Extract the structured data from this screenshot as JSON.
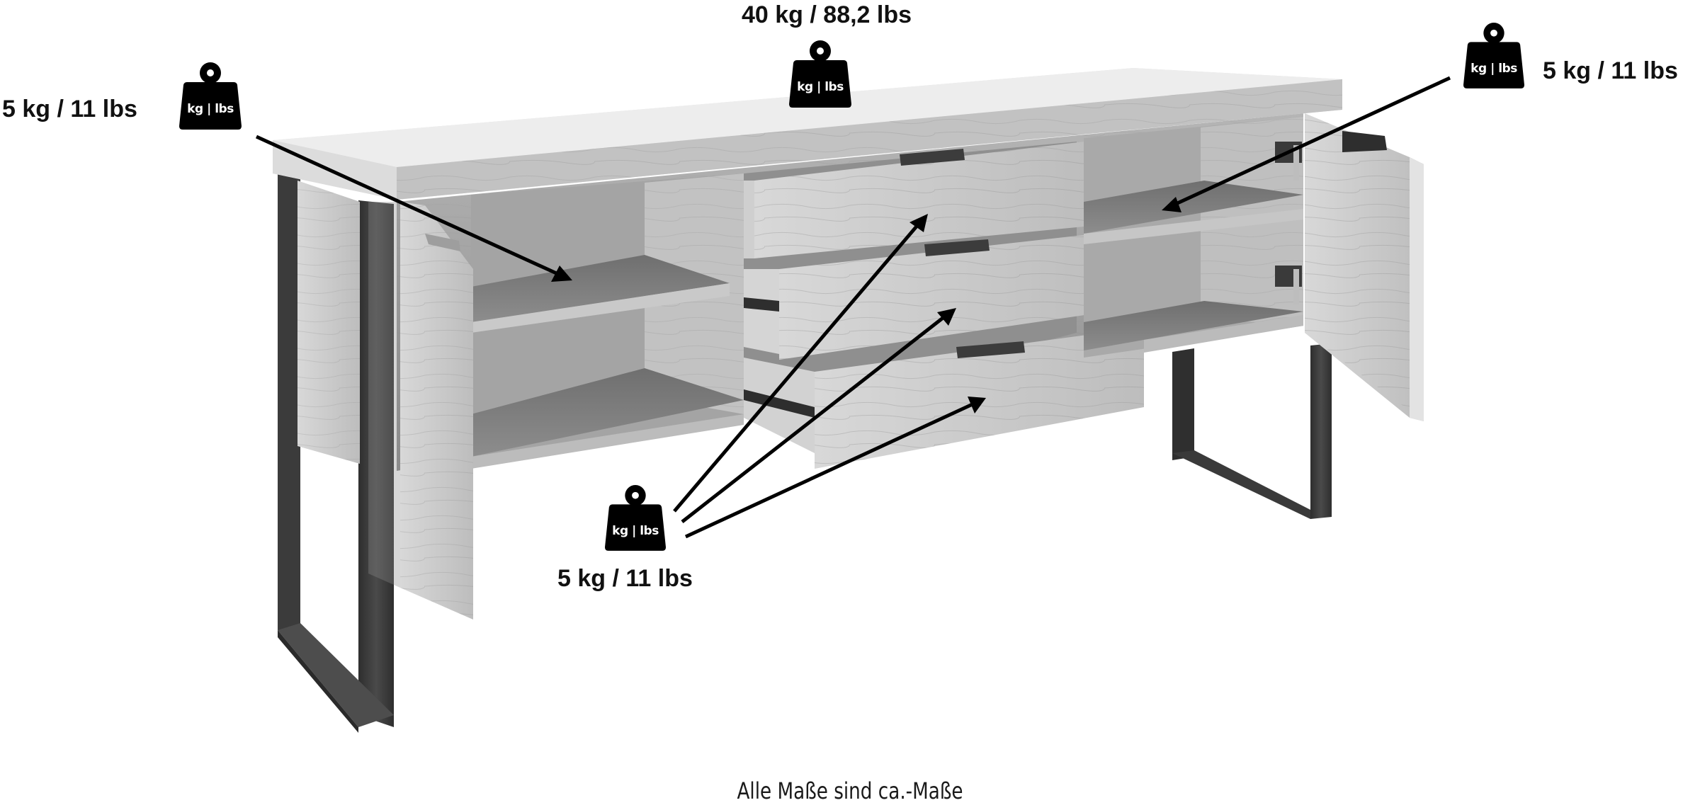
{
  "annotations": {
    "top_total": {
      "text": "40 kg / 88,2 lbs",
      "target": "tabletop"
    },
    "left_shelf": {
      "text": "5 kg / 11 lbs",
      "target": "left-compartment-shelf"
    },
    "right_shelf": {
      "text": "5 kg / 11 lbs",
      "target": "right-compartment-shelf"
    },
    "drawers": {
      "text": "5 kg / 11 lbs",
      "target": "each-drawer",
      "count": 3
    }
  },
  "weight_icon": {
    "text": "kg | lbs",
    "icon": "weight-icon"
  },
  "footer": {
    "note": "Alle Maße sind ca.-Maße"
  },
  "colors": {
    "background": "#ffffff",
    "text": "#111111",
    "wood_light": "#d9d9d9",
    "wood_mid": "#a8a8a8",
    "wood_dark": "#6e6e6e",
    "metal_frame": "#3a3a3a",
    "arrow": "#000000"
  },
  "product": {
    "type": "sideboard",
    "doors": 2,
    "drawers": 3,
    "shelves": 2,
    "legs": "U-shaped metal runners"
  }
}
